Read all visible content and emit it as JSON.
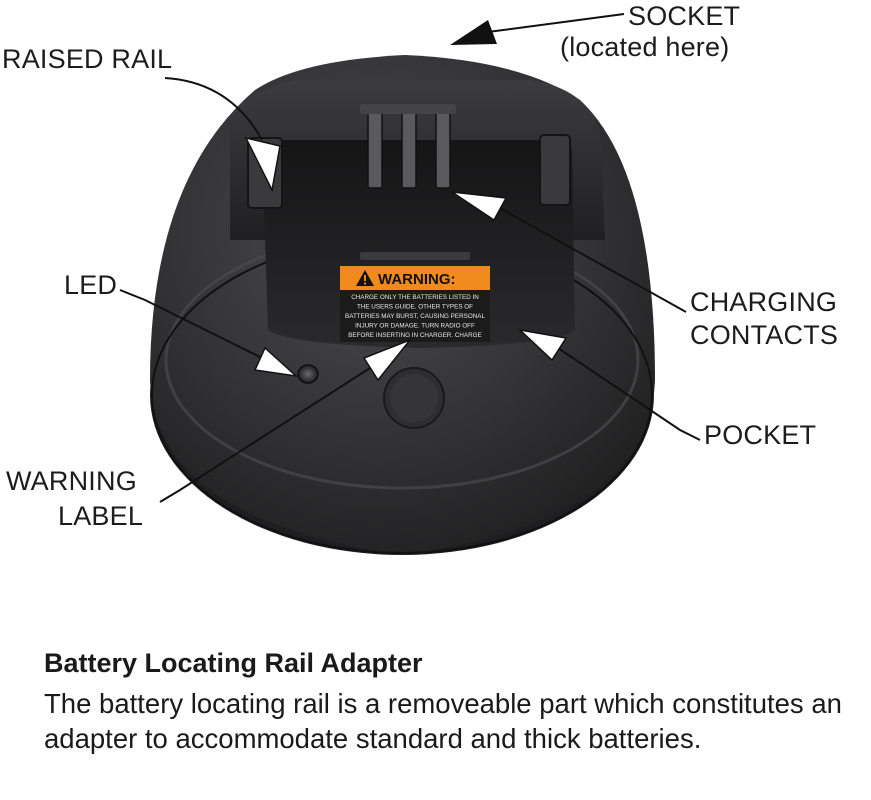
{
  "labels": {
    "socket": "SOCKET",
    "socket_note": "(located here)",
    "raised_rail": "RAISED RAIL",
    "led": "LED",
    "charging_line1": "CHARGING",
    "charging_line2": "CONTACTS",
    "pocket": "POCKET",
    "warning_line1": "WARNING",
    "warning_line2": "LABEL"
  },
  "device_label": {
    "header": "WARNING:",
    "body_lines": [
      "CHARGE ONLY THE BATTERIES LISTED IN",
      "THE USERS GUIDE. OTHER TYPES OF",
      "BATTERIES MAY BURST, CAUSING PERSONAL",
      "INJURY OR DAMAGE. TURN RADIO OFF",
      "BEFORE INSERTING IN CHARGER. CHARGE"
    ]
  },
  "caption": {
    "title": "Battery Locating Rail Adapter",
    "body": "The battery locating rail is a removeable part which constitutes an adapter to accommodate standard and thick batteries."
  },
  "colors": {
    "charger_body": "#2b2b2d",
    "charger_highlight": "#4a4a4d",
    "warning_orange": "#f08a1c",
    "arrow_fill": "#ffffff",
    "callout_line": "#111111"
  }
}
